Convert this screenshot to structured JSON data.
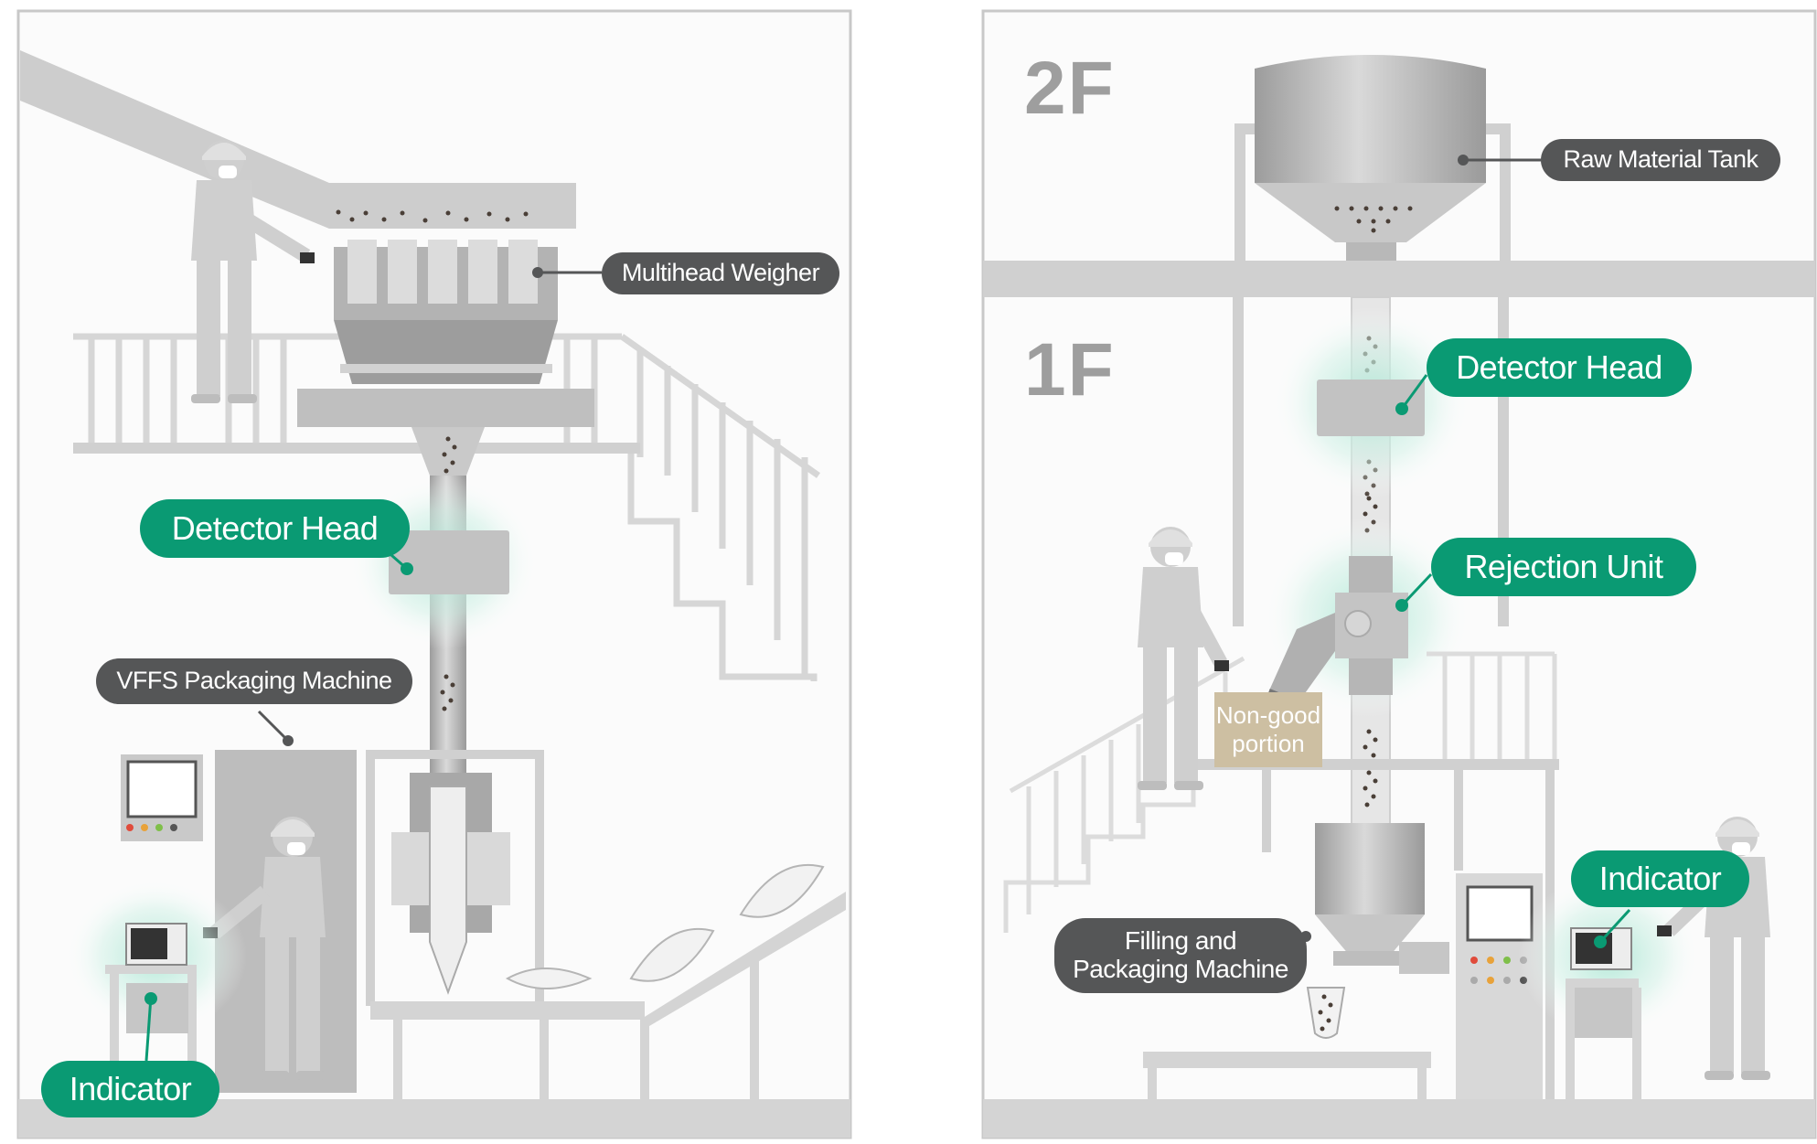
{
  "colors": {
    "accent_green": "#0a9a73",
    "label_dark": "#555657",
    "machine_gray": "#c4c4c4",
    "nongood_box": "#cdbfa2",
    "floor_text": "#9e9e9e"
  },
  "left_panel": {
    "labels": {
      "multihead_weigher": "Multihead Weigher",
      "detector_head": "Detector Head",
      "vffs_machine": "VFFS Packaging Machine",
      "indicator": "Indicator"
    }
  },
  "right_panel": {
    "floors": {
      "upper": "2F",
      "lower": "1F"
    },
    "labels": {
      "raw_material_tank": "Raw Material Tank",
      "detector_head": "Detector Head",
      "rejection_unit": "Rejection Unit",
      "non_good_portion_line1": "Non-good",
      "non_good_portion_line2": "portion",
      "filling_line1": "Filling and",
      "filling_line2": "Packaging Machine",
      "indicator": "Indicator"
    }
  },
  "icons": [
    "worker-icon",
    "multihead-weigher-icon",
    "detector-head-icon",
    "indicator-monitor-icon",
    "raw-material-tank-icon",
    "rejection-unit-icon",
    "conveyor-icon",
    "bag-icon"
  ]
}
